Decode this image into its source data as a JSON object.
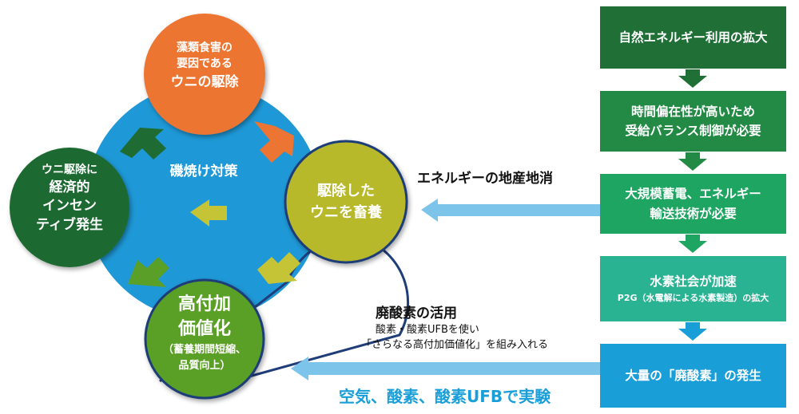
{
  "circles": {
    "main_title": "磯焼け対策",
    "orange": [
      "藻類食害の",
      "要因である",
      "ウニの駆除"
    ],
    "left": [
      "ウニ駆除に",
      "経済的",
      "インセン",
      "ティブ発生"
    ],
    "yellow": [
      "駆除した",
      "ウニを畜養"
    ],
    "green_bottom": [
      "高付加",
      "価値化",
      "（蓄養期間短縮、",
      "品質向上）"
    ]
  },
  "flow": {
    "box1": [
      "自然エネルギー利用の拡大"
    ],
    "box2": [
      "時間偏在性が高いため",
      "受給バランス制御が必要"
    ],
    "box3": [
      "大規模蓄電、エネルギー",
      "輸送技術が必要"
    ],
    "box4_title": "水素社会が加速",
    "box4_sub": "P2G（水電解による水素製造）の拡大",
    "box5": "大量の「廃酸素」の発生"
  },
  "labels": {
    "energy_local": "エネルギーの地産地消",
    "waste_oxygen_title": "廃酸素の活用",
    "waste_oxygen_line1": "酸素・酸素UFBを使い",
    "waste_oxygen_line2": "「さらなる高付加価値化」を組み入れる",
    "experiment": "空気、酸素、酸素UFBで実験"
  },
  "colors": {
    "blue_circle": "#1e98d6",
    "orange": "#ec7533",
    "dark_green": "#1f6b33",
    "yellow_green": "#b8b92a",
    "mid_green": "#5aa028",
    "navy": "#1f3d78",
    "light_blue_arrow": "#7dc4ea",
    "flow_green1": "#1f6f36",
    "flow_green2": "#228a45",
    "flow_green3": "#1ea561",
    "flow_teal": "#2ab392",
    "flow_blue": "#1a9ed8"
  }
}
